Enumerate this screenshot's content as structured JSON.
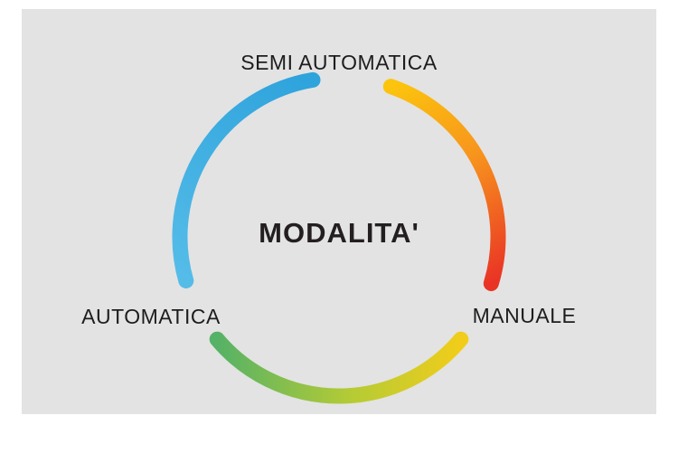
{
  "title": "MODALITA'",
  "labels": {
    "semi_automatica": "SEMI AUTOMATICA",
    "automatica": "AUTOMATICA",
    "manuale": "MANUALE"
  },
  "colors": {
    "panel_background": "#e3e3e3",
    "page_background": "#ffffff",
    "text": "#231f20",
    "blue_top": "#2ea3dc",
    "blue_bottom": "#55bce8",
    "orange_top": "#fcc40d",
    "orange_mid": "#f7941d",
    "orange_bottom": "#e93425",
    "green_left": "#55b266",
    "green_mid": "#b5cb35",
    "green_right": "#f1cd1a"
  },
  "segments": [
    {
      "name": "arc-blue",
      "from": "SEMI AUTOMATICA",
      "to": "AUTOMATICA",
      "gradient": [
        "#2ea3dc",
        "#55bce8"
      ]
    },
    {
      "name": "arc-orange",
      "from": "SEMI AUTOMATICA",
      "to": "MANUALE",
      "gradient": [
        "#fcc40d",
        "#f7941d",
        "#e93425"
      ]
    },
    {
      "name": "arc-green",
      "from": "AUTOMATICA",
      "to": "MANUALE",
      "gradient": [
        "#55b266",
        "#b5cb35",
        "#f1cd1a"
      ]
    }
  ]
}
